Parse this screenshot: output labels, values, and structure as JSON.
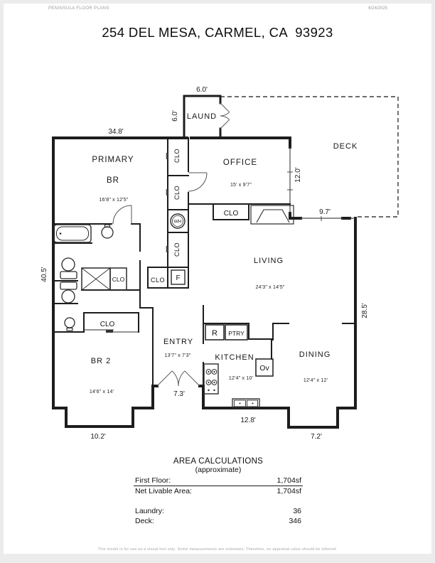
{
  "header": {
    "brand": "PENINSULA FLOOR PLANS",
    "date": "6/24/2025",
    "title": "254 DEL MESA, CARMEL, CA  93923"
  },
  "rooms": {
    "laundry": {
      "label": "LAUND"
    },
    "deck": {
      "label": "DECK"
    },
    "primary": {
      "label1": "PRIMARY",
      "label2": "BR",
      "dims": "16'8\" x 12'5\""
    },
    "office": {
      "label": "OFFICE",
      "dims": "15' x 9'7\""
    },
    "living": {
      "label": "LIVING",
      "dims": "24'3\" x 14'5\""
    },
    "entry": {
      "label": "ENTRY",
      "dims": "13'7\" x 7'3\""
    },
    "kitchen": {
      "label": "KITCHEN",
      "dims": "12'4\" x 10'"
    },
    "dining": {
      "label": "DINING",
      "dims": "12'4\" x 12'"
    },
    "br2": {
      "label": "BR 2",
      "dims": "14'6\" x 14'"
    }
  },
  "fixtures": {
    "closet": "CLO",
    "water_heater": "WH",
    "furnace": "F",
    "refrigerator": "R",
    "pantry": "PTRY",
    "oven": "Ov"
  },
  "dims": {
    "laundry_top": "6.0'",
    "laundry_side": "6.0'",
    "main_top": "34.8'",
    "left_side": "40.5'",
    "office_side": "12.0'",
    "living_top": "9.7'",
    "right_side": "28.5'",
    "br2_bottom": "10.2'",
    "entry_bottom": "7.3'",
    "kitchen_bottom": "12.8'",
    "dining_bottom": "7.2'"
  },
  "area_table": {
    "title": "AREA CALCULATIONS",
    "subtitle": "(approximate)",
    "rows": [
      {
        "label": "First Floor:",
        "value": "1,704sf"
      },
      {
        "label": "Net Livable Area:",
        "value": "1,704sf"
      },
      {
        "label": "Laundry:",
        "value": "36"
      },
      {
        "label": "Deck:",
        "value": "346"
      }
    ]
  },
  "footer": {
    "disclaimer": "This model is for use as a visual tool only.  Some measurements are estimates.  Therefore, no appraisal value should be inferred."
  },
  "colors": {
    "wall": "#1d1d1d",
    "text": "#161616",
    "muted": "#9a9a9a"
  }
}
